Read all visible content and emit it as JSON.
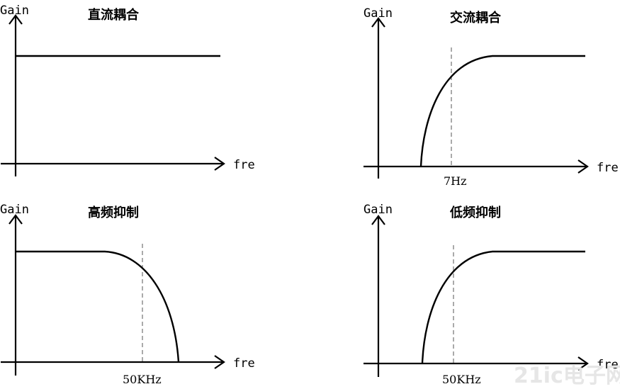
{
  "panels": [
    {
      "title": "直流耦合",
      "y_label": "Gain",
      "x_label": "fre",
      "tick_label": ""
    },
    {
      "title": "交流耦合",
      "y_label": "Gain",
      "x_label": "fre",
      "tick_label": "7Hz"
    },
    {
      "title": "高频抑制",
      "y_label": "Gain",
      "x_label": "fre",
      "tick_label": "50KHz"
    },
    {
      "title": "低频抑制",
      "y_label": "Gain",
      "x_label": "fre",
      "tick_label": "50KHz"
    }
  ],
  "watermark": "21ic电子网"
}
